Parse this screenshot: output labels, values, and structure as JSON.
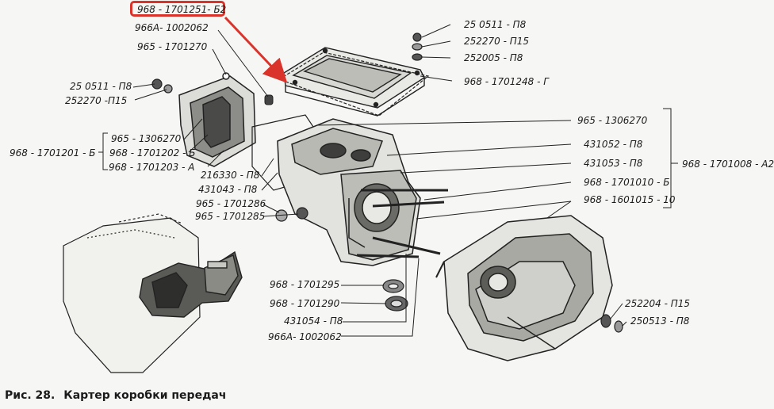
{
  "caption": {
    "fig": "Рис. 28.",
    "title": "Картер коробки передач"
  },
  "highlight_color": "#d9332b",
  "labels": {
    "p1": "968 - 1701251- Б2",
    "p2": "966А- 1002062",
    "p3": "965 - 1701270",
    "p4": "25 0511 - П8",
    "p5": "252270 -П15",
    "p6": "965 - 1306270",
    "p7": "968 - 1701202 - Б",
    "p8": "968 - 1701203 - А",
    "p9": "968 - 1701201 - Б",
    "p10": "216330 - П8",
    "p11": "431043 - П8",
    "p12": "965 - 1701286",
    "p13": "965 - 1701285",
    "p14": "968 - 1701295",
    "p15": "968 - 1701290",
    "p16": "431054 - П8",
    "p17": "966А- 1002062",
    "r1": "25 0511 - П8",
    "r2": "252270 - П15",
    "r3": "252005 - П8",
    "r4": "968 - 1701248 - Г",
    "r5": "965 - 1306270",
    "r6": "431052 - П8",
    "r7": "431053 - П8",
    "r8": "968 - 1701010 - Б",
    "r9": "968 - 1601015 - 10",
    "r10": "968 - 1701008 - А2",
    "r11": "252204 - П15",
    "r12": "250513 - П8"
  }
}
